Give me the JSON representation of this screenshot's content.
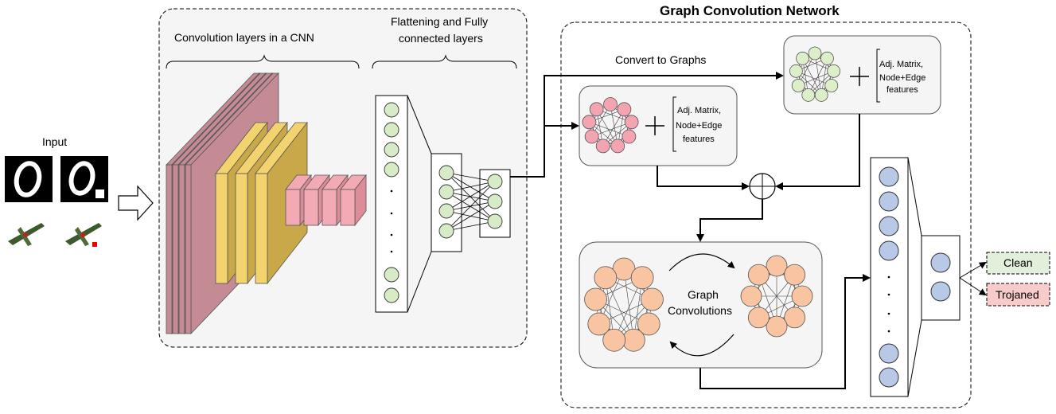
{
  "labels": {
    "input": "Input",
    "cnn_conv": "Convolution layers in a CNN",
    "fc_line1": "Flattening and Fully",
    "fc_line2": "connected layers",
    "gcn_title": "Graph Convolution Network",
    "convert": "Convert to Graphs",
    "adj_line1": "Adj. Matrix,",
    "adj_line2": "Node+Edge",
    "adj_line3": "features",
    "graph_conv_line1": "Graph",
    "graph_conv_line2": "Convolutions",
    "clean": "Clean",
    "trojaned": "Trojaned"
  },
  "colors": {
    "conv_pink": "#c48b94",
    "conv_yellow": "#f3d36d",
    "conv_yellow_side": "#c9a84a",
    "small_pink": "#f2abb5",
    "fc_node": "#d6ebc6",
    "graph_pink": "#f4a3b0",
    "graph_green": "#dcefc9",
    "graph_orange": "#f8c4a2",
    "gcn_node": "#b8c9e8",
    "clean_bg": "#e2efda",
    "trojaned_bg": "#f8cbcb",
    "panel_bg": "#f5f5f5"
  }
}
